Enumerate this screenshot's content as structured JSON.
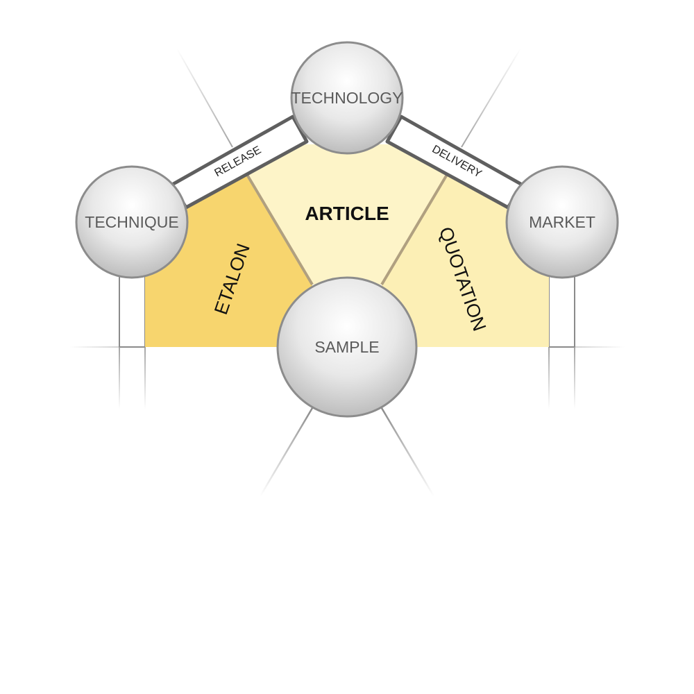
{
  "diagram": {
    "nodes": {
      "technology": "TECHNOLOGY",
      "technique": "TECHNIQUE",
      "market": "MARKET",
      "sample": "SAMPLE"
    },
    "center": "ARTICLE",
    "regions": {
      "etalon": "ETALON",
      "quotation": "QUOTATION"
    },
    "bands": {
      "release": "RELEASE",
      "delivery": "DELIVERY"
    }
  },
  "colors": {
    "article_fill": "#fdf4c8",
    "etalon_fill": "#f7d56e",
    "quotation_fill": "#fcefb5",
    "band_border": "#5f5f5f",
    "divider": "#b0a080",
    "sphere_edge": "#8c8c8c"
  }
}
